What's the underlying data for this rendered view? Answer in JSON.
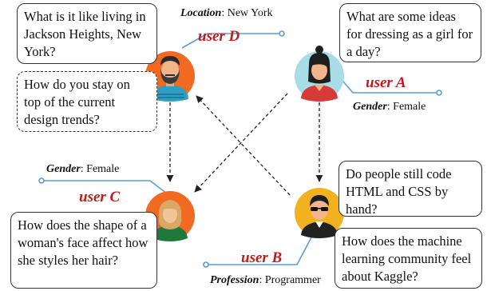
{
  "users": {
    "a": {
      "label": "user A",
      "attr_key": "Gender",
      "attr_value": "Female",
      "questions": [
        "What are some ideas for dressing as a girl for a day?"
      ],
      "avatar": "woman-black-hair-avatar-icon"
    },
    "b": {
      "label": "user B",
      "attr_key": "Profession",
      "attr_value": "Programmer",
      "questions": [
        "Do people still code HTML and CSS by hand?",
        "How does the machine learning community feel about Kaggle?"
      ],
      "avatar": "man-sunglasses-avatar-icon"
    },
    "c": {
      "label": "user C",
      "attr_key": "Gender",
      "attr_value": "Female",
      "questions": [
        "How does the shape of a woman's face affect how she styles her hair?"
      ],
      "avatar": "woman-blonde-avatar-icon"
    },
    "d": {
      "label": "user D",
      "attr_key": "Location",
      "attr_value": "New York",
      "questions": [
        "What is it like living in Jackson Heights, New York?",
        "How do you stay on top of the current design trends?"
      ],
      "avatar": "bearded-man-avatar-icon"
    }
  },
  "colors": {
    "user_label": "#c41a1a",
    "connector": "#5b9bd5",
    "avatar_a_bg": "#a8dce6",
    "avatar_b_bg": "#f2b21f",
    "avatar_c_bg": "#f26a22",
    "avatar_d_bg": "#f26a22"
  }
}
